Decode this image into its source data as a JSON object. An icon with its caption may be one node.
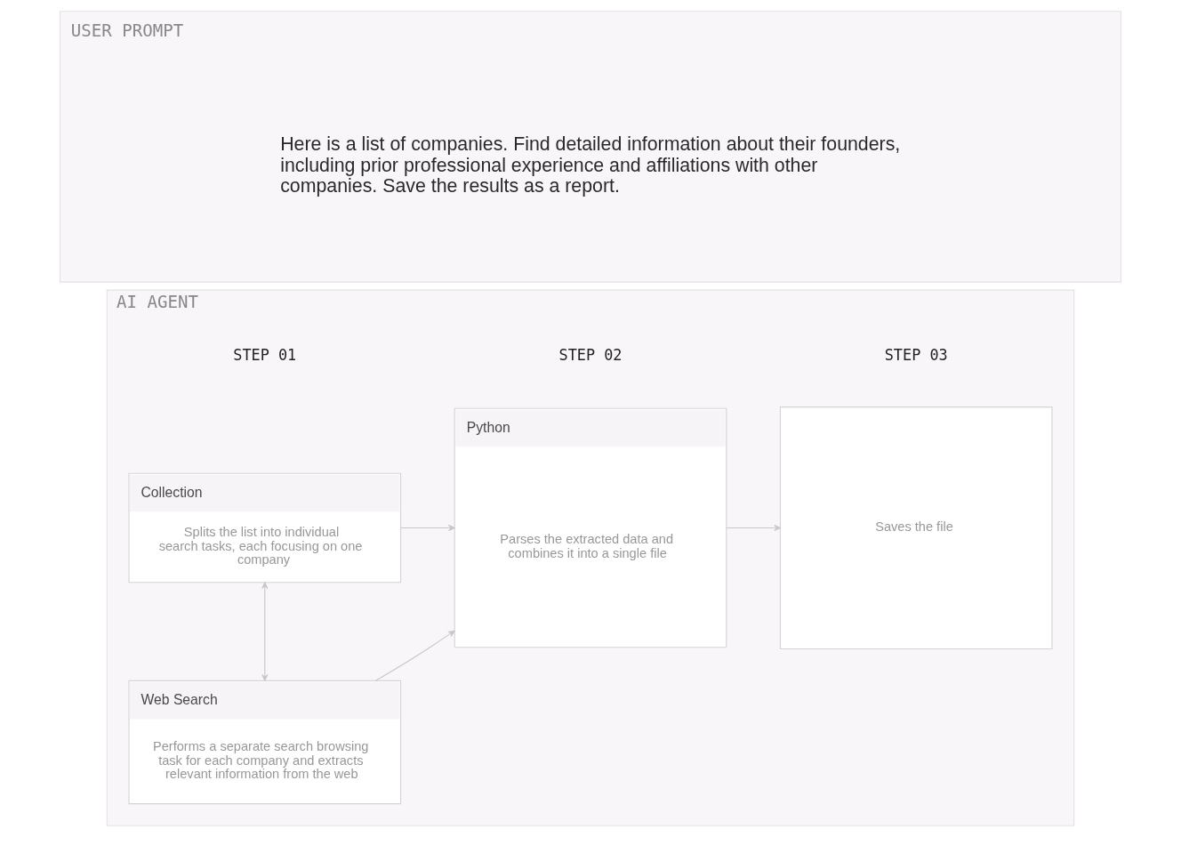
{
  "diagram": {
    "nodes": [
      {
        "text": [
          "USER PROMPT",
          "Here is a list of companies. Find detailed information about their founders, including prior professional experience and affiliations with other companies. Save the results as a report."
        ]
      },
      {
        "text": [
          "AI AGENT"
        ]
      },
      {
        "text": [
          "Collection",
          "Splits the list into individual search tasks, each focusing on one company"
        ],
        "in": 1
      },
      {
        "text": [
          "Web Search",
          "Performs a separate search browsing task for each company and extracts relevant information from the web"
        ],
        "in": 1
      },
      {
        "text": [
          "Python",
          "Parses the extracted data and combines it into a single file"
        ],
        "in": 1
      },
      {
        "text": [
          "Saves the file"
        ],
        "in": 1
      }
    ],
    "edges": [
      {
        "from": 2,
        "to": 3,
        "arrow": "both"
      },
      {
        "from": 2,
        "to": 4,
        "arrow": "to"
      },
      {
        "from": 3,
        "to": 4,
        "arrow": "to"
      },
      {
        "from": 4,
        "to": 5,
        "arrow": "to"
      }
    ],
    "labels": [
      "STEP 01",
      "STEP 02",
      "STEP 03"
    ]
  }
}
